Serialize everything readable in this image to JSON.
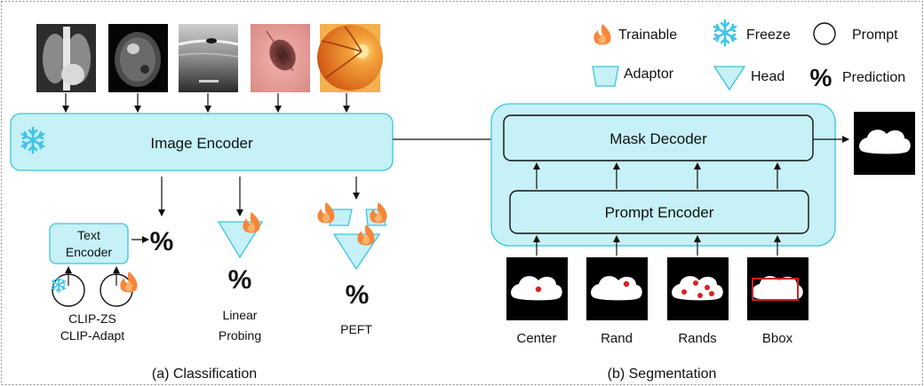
{
  "legend": {
    "trainable": "Trainable",
    "freeze": "Freeze",
    "prompt": "Prompt",
    "adaptor": "Adaptor",
    "head": "Head",
    "prediction": "Prediction",
    "prediction_icon": "%"
  },
  "classification": {
    "image_encoder": "Image Encoder",
    "text_encoder_line1": "Text",
    "text_encoder_line2": "Encoder",
    "clip_zs": "CLIP-ZS",
    "clip_adapt": "CLIP-Adapt",
    "linear_line1": "Linear",
    "linear_line2": "Probing",
    "peft": "PEFT",
    "caption": "(a) Classification"
  },
  "segmentation": {
    "mask_decoder": "Mask Decoder",
    "prompt_encoder": "Prompt Encoder",
    "prompts": [
      "Center",
      "Rand",
      "Rands",
      "Bbox"
    ],
    "caption": "(b) Segmentation"
  },
  "images": [
    "chest-xray",
    "brain-mri",
    "ultrasound",
    "dermoscopy",
    "fundus"
  ],
  "colors": {
    "module_fill": "#c5f1f7",
    "module_stroke": "#3cc4dc",
    "flame": "#f7863b",
    "snowflake": "#41c4e8",
    "bbox": "#d42020",
    "point": "#e02020"
  }
}
